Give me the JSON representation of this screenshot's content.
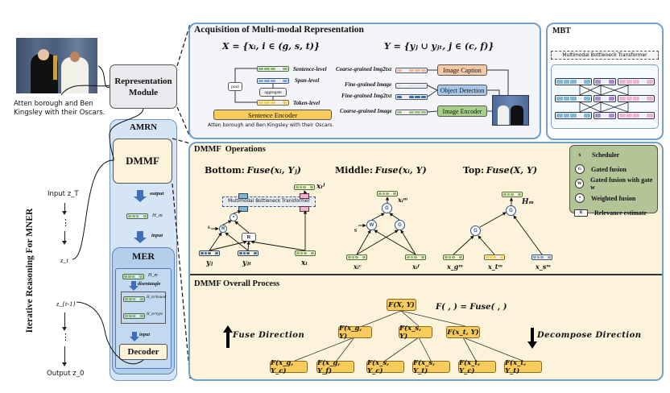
{
  "input_example": {
    "image": "photo-two-men-with-oscars",
    "caption": "Atten borough and Ben Kingsley with their Oscars."
  },
  "representation_module": {
    "label": "Representation Module"
  },
  "amrn": {
    "label": "AMRN",
    "dmmf_label": "DMMF",
    "output_label": "output",
    "hm_label": "H_m",
    "input_label": "input",
    "mer": {
      "label": "MER",
      "hm_label": "H_m",
      "disentangle_label": "disentangle",
      "hm_bound_label": "H_m^bound",
      "hm_type_label": "H_m^type",
      "input_label": "input",
      "decoder_label": "Decoder"
    }
  },
  "iterative": {
    "vertical_label": "Iterative Reasoning For MNER",
    "input_label": "Input z_T",
    "zt_label": "z_t",
    "zt1_label": "z_{t-1}",
    "output_label": "Output z_0",
    "ellipsis": "⋮"
  },
  "acquisition": {
    "title": "Acquisition of Multi-modal Representation",
    "x_equation": "X = {xᵢ, i ∈ (g, s, t)}",
    "y_equation": "Y = {yⱼ ∪ yⱼₜ, j ∈ (c, f)}",
    "text_side": {
      "sentence_level": "Sentence-level",
      "span_level": "Span-level",
      "token_level": "Token-level",
      "pool": "pool",
      "aggregate": "aggregate",
      "encoder": "Sentence Encoder",
      "caption": "Atten borough and Ben Kingsley with their Oscars."
    },
    "image_side": {
      "rows": [
        {
          "label": "Coarse-grained Img2txt",
          "module": "Image Caption"
        },
        {
          "label": "Fine-grained Image",
          "module": "Object Detection"
        },
        {
          "label": "Fine-grained Img2txt",
          "module": "Object Detection"
        },
        {
          "label": "Coarse-grained Image",
          "module": "Image Encoder"
        }
      ],
      "modules": [
        "Image Caption",
        "Object Detection",
        "Image Encoder"
      ]
    }
  },
  "mbt": {
    "title": "MBT",
    "inner_label": "Multimodal Bottleneck Transformer",
    "layers": 3
  },
  "dmmf_operations": {
    "title": "DMMF  Operations",
    "bottom": {
      "prefix": "Bottom:",
      "formula": "Fuse(xᵢ, Yⱼ)",
      "mbt_label": "Multimodal Bottleneck Transformer",
      "s_label": "s",
      "r_label": "R",
      "w_label": "W",
      "dot_label": "•",
      "out_label": "xᵢʲ",
      "inputs": [
        "yⱼ",
        "yⱼₜ",
        "xᵢ"
      ]
    },
    "middle": {
      "prefix": "Middle:",
      "formula": "Fuse(xᵢ, Y)",
      "s_label": "s",
      "out_label": "xᵢᵐ",
      "inputs": [
        "xᵢᶜ",
        "xᵢᶠ"
      ]
    },
    "top": {
      "prefix": "Top:",
      "formula": "Fuse(X, Y)",
      "out_label": "Hₘ",
      "inputs": [
        "x_gᵐ",
        "x_tᵐ",
        "x_sᵐ"
      ]
    },
    "legend": [
      {
        "symbol": "s",
        "label": "Scheduler"
      },
      {
        "symbol": "G",
        "label": "Gated fusion"
      },
      {
        "symbol": "W",
        "label": "Gated fusion with gate w"
      },
      {
        "symbol": "•",
        "label": "Weighted fusion"
      },
      {
        "symbol": "R",
        "label": "Relevance estimate"
      }
    ]
  },
  "dmmf_overall": {
    "title": "DMMF Overall Process",
    "definition": "F( , ) = Fuse( , )",
    "fuse_direction": "Fuse Direction",
    "decompose_direction": "Decompose Direction",
    "tree": {
      "root": "F(X, Y)",
      "level1": [
        "F(x_g, Y)",
        "F(x_s, Y)",
        "F(x_t, Y)"
      ],
      "level2": [
        "F(x_g, Y_c)",
        "F(x_g, Y_f)",
        "F(x_s, Y_c)",
        "F(x_s, Y_t)",
        "F(x_t, Y_c)",
        "F(x_t, Y_t)"
      ]
    }
  },
  "colors": {
    "panel_border": "#6fa1cf",
    "acq_bg": "#f3f5f9",
    "dmmf_bg": "#fdf3da",
    "amrn_bg": "#d6e5f5",
    "mer_bg": "#b4cfeb",
    "fbox": "#f7cc5c",
    "legend_bg": "#b3c497"
  }
}
